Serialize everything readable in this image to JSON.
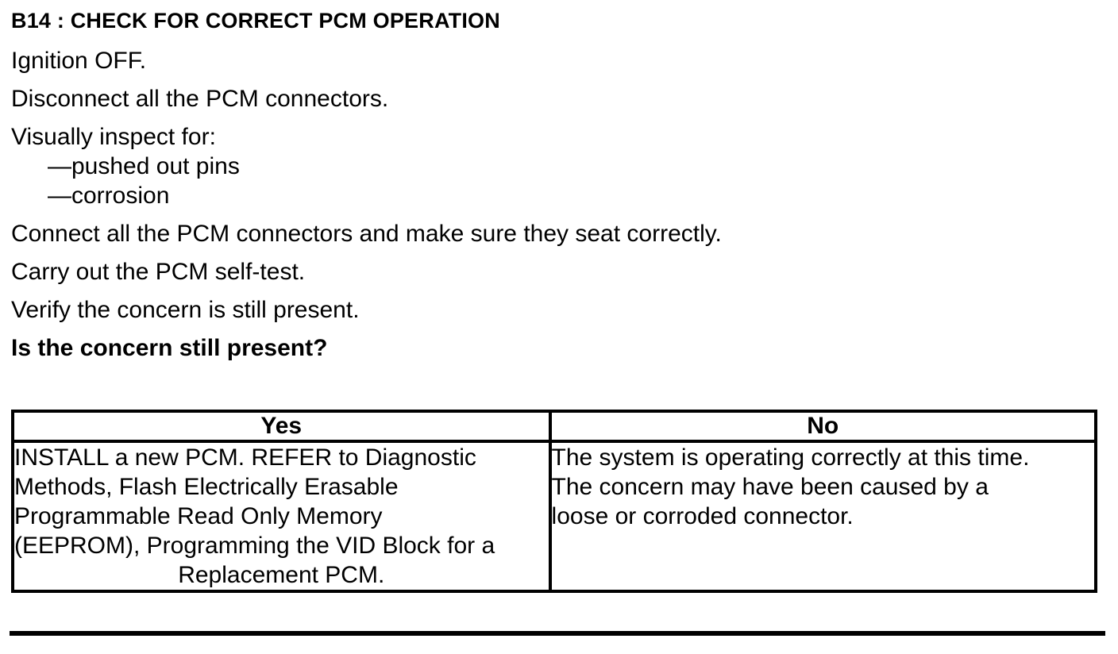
{
  "heading": "B14 : CHECK FOR CORRECT PCM OPERATION",
  "steps_before_list": [
    "Ignition OFF.",
    "Disconnect all the PCM connectors.",
    "Visually inspect for:"
  ],
  "inspection_items": [
    "—pushed out pins",
    "—corrosion"
  ],
  "steps_after_list": [
    "Connect all the PCM connectors and make sure they seat correctly.",
    "Carry out the PCM self-test.",
    "Verify the concern is still present."
  ],
  "question": "Is the concern still present?",
  "results_table": {
    "yes_header": "Yes",
    "no_header": "No",
    "yes_cell_lines": [
      "INSTALL a new PCM. REFER to Diagnostic",
      "Methods, Flash Electrically Erasable",
      "Programmable Read Only Memory",
      "(EEPROM), Programming the VID Block for a",
      "Replacement PCM."
    ],
    "no_cell_lines": [
      "The system is operating correctly at this time.",
      "The concern may have been caused by a",
      "loose or corroded connector."
    ]
  },
  "colors": {
    "text": "#000000",
    "background": "#ffffff",
    "border": "#000000"
  }
}
